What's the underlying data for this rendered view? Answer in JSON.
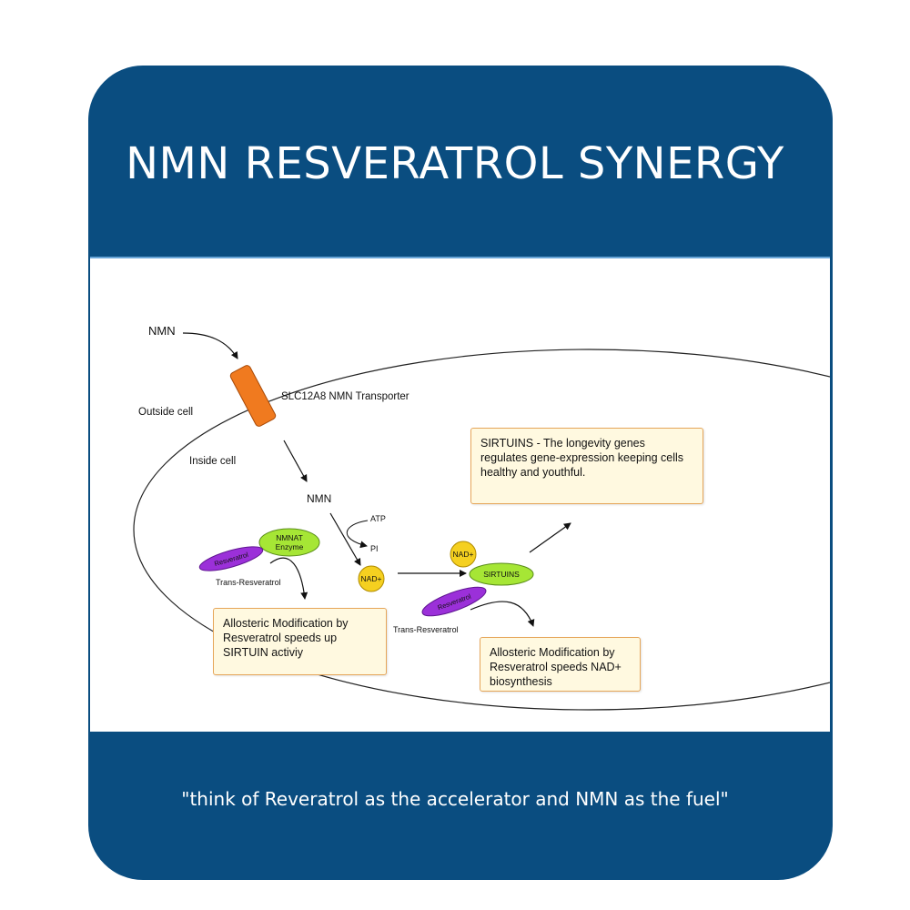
{
  "title": "NMN RESVERATROL SYNERGY",
  "quote": "\"think of Reveratrol as the accelerator and NMN as the fuel\"",
  "colors": {
    "frame": "#0a4d80",
    "transporter": "#f07a1f",
    "enzyme": "#a6e635",
    "resveratrol": "#9b30d9",
    "nad": "#f5d020",
    "box_fill": "#fff9e0",
    "box_border": "#e6a65a"
  },
  "diagram": {
    "nmn_outside": "NMN",
    "transporter_label": "SLC12A8 NMN Transporter",
    "outside_cell": "Outside cell",
    "inside_cell": "Inside cell",
    "nmn_inside": "NMN",
    "atp": "ATP",
    "pi": "PI",
    "enzyme_line1": "NMNAT",
    "enzyme_line2": "Enzyme",
    "resveratrol_pill": "Resveratrol",
    "trans_resveratrol": "Trans-Resveratrol",
    "nad_center": "NAD+",
    "nad_top": "NAD+",
    "sirtuins_pill": "SIRTUINS",
    "box_sirtuins": "SIRTUINS - The longevity genes regulates gene-expression keeping cells healthy and youthful.",
    "box_left": "Allosteric Modification by Resveratrol speeds up SIRTUIN activiy",
    "box_right": "Allosteric Modification by Resveratrol speeds NAD+ biosynthesis"
  }
}
